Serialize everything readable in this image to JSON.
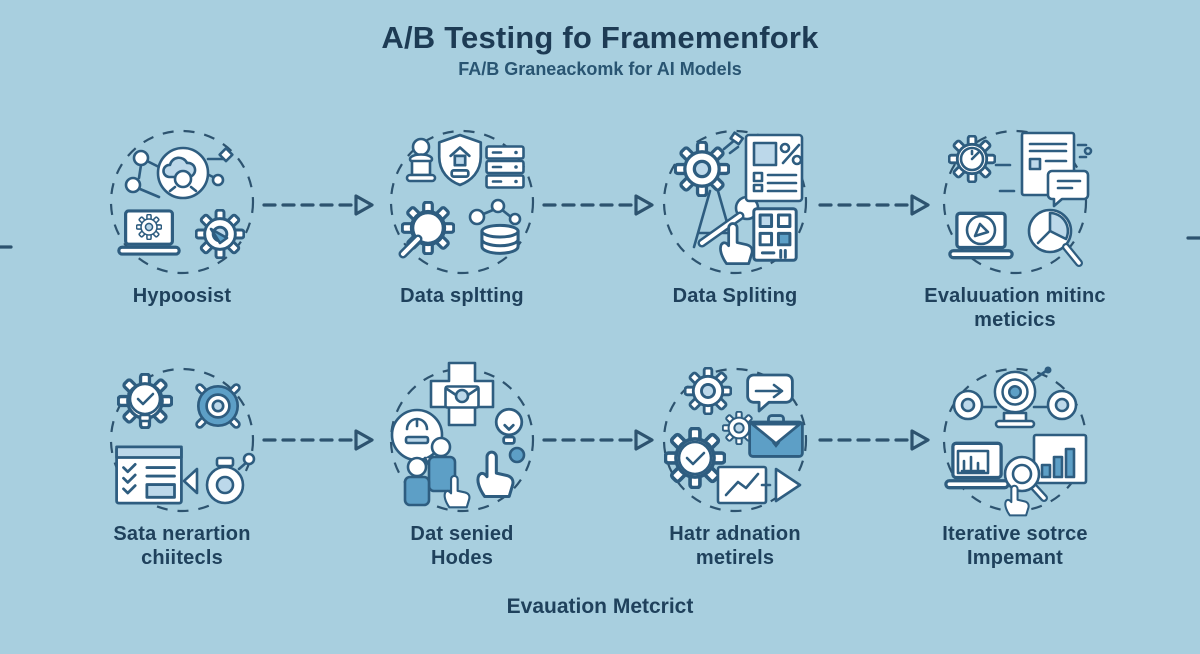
{
  "header": {
    "title": "A/B Testing fo Framemenfork",
    "subtitle": "FA/B Graneackomk for AI Models"
  },
  "footer": {
    "caption": "Evauation Metcrict"
  },
  "colors": {
    "background": "#a8cfdf",
    "heading": "#1d3b54",
    "label": "#1f415c",
    "icon_stroke": "#2e5d80",
    "icon_accent_light": "#bcd8ea",
    "icon_accent_mid": "#5d9fc6"
  },
  "rows": [
    {
      "steps": [
        {
          "label": "Hypoosist",
          "icon": "hypothesis-icon"
        },
        {
          "label": "Data spltting",
          "icon": "data-splitting-icon"
        },
        {
          "label": "Data Spliting",
          "icon": "data-selection-icon"
        },
        {
          "label": "Evaluuation mitinc\nmeticics",
          "icon": "evaluation-metrics-icon"
        }
      ]
    },
    {
      "steps": [
        {
          "label": "Sata nerartion\nchiitecls",
          "icon": "criteria-checklist-icon"
        },
        {
          "label": "Dat senied\nHodes",
          "icon": "model-testing-icon"
        },
        {
          "label": "Hatr adnation\nmetirels",
          "icon": "adaptation-icon"
        },
        {
          "label": "Iterative sotrce\nImpemant",
          "icon": "iterative-improvement-icon"
        }
      ]
    }
  ]
}
